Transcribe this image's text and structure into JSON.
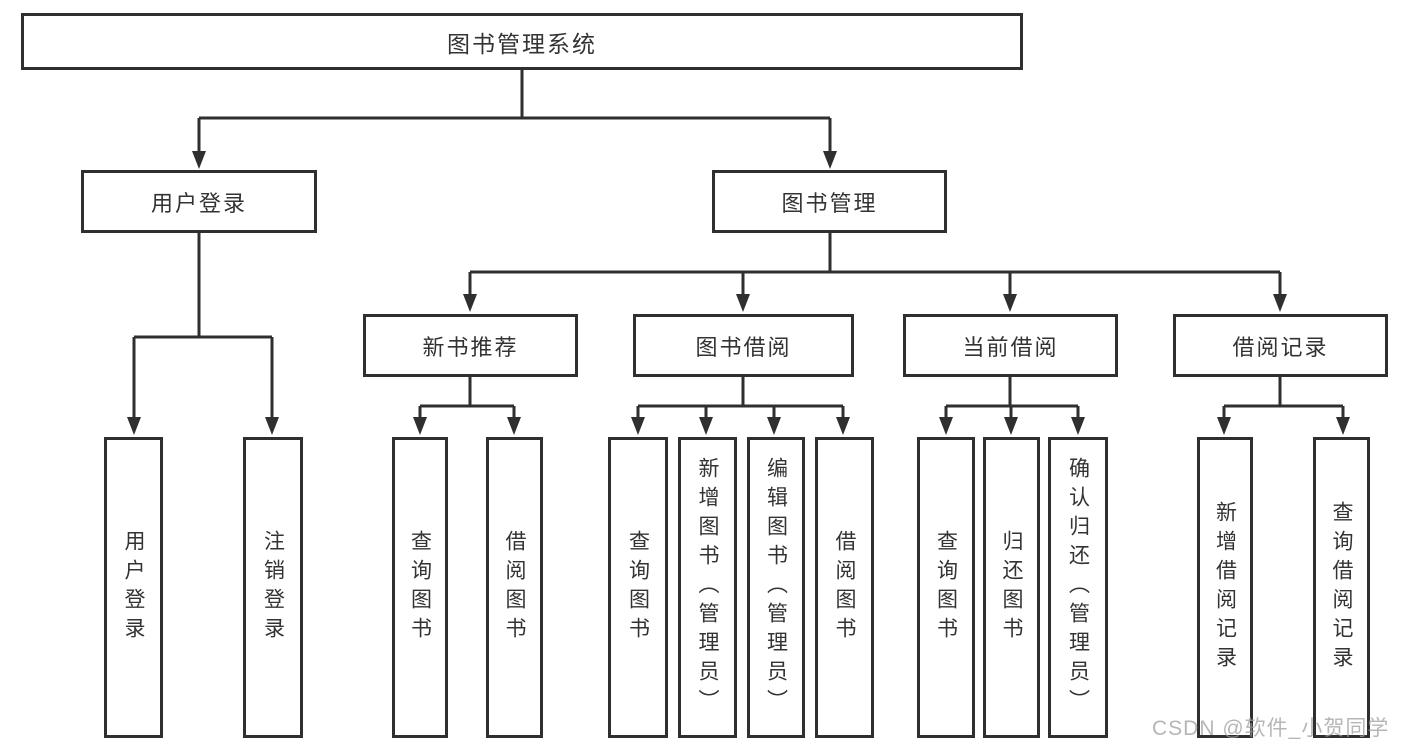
{
  "colors": {
    "line": "#2f2f2f",
    "text": "#333333",
    "background": "#ffffff",
    "watermark": "#9e9e9e"
  },
  "watermark": {
    "text": "CSDN @软件_小贺同学"
  },
  "tree": {
    "root": {
      "label": "图书管理系统"
    },
    "branches": [
      {
        "label": "用户登录",
        "leaves": [
          "用户登录",
          "注销登录"
        ]
      },
      {
        "label": "图书管理",
        "children": [
          {
            "label": "新书推荐",
            "leaves": [
              "查询图书",
              "借阅图书"
            ]
          },
          {
            "label": "图书借阅",
            "leaves": [
              "查询图书",
              "新增图书（管理员）",
              "编辑图书（管理员）",
              "借阅图书"
            ]
          },
          {
            "label": "当前借阅",
            "leaves": [
              "查询图书",
              "归还图书",
              "确认归还（管理员）"
            ]
          },
          {
            "label": "借阅记录",
            "leaves": [
              "新增借阅记录",
              "查询借阅记录"
            ]
          }
        ]
      }
    ]
  }
}
